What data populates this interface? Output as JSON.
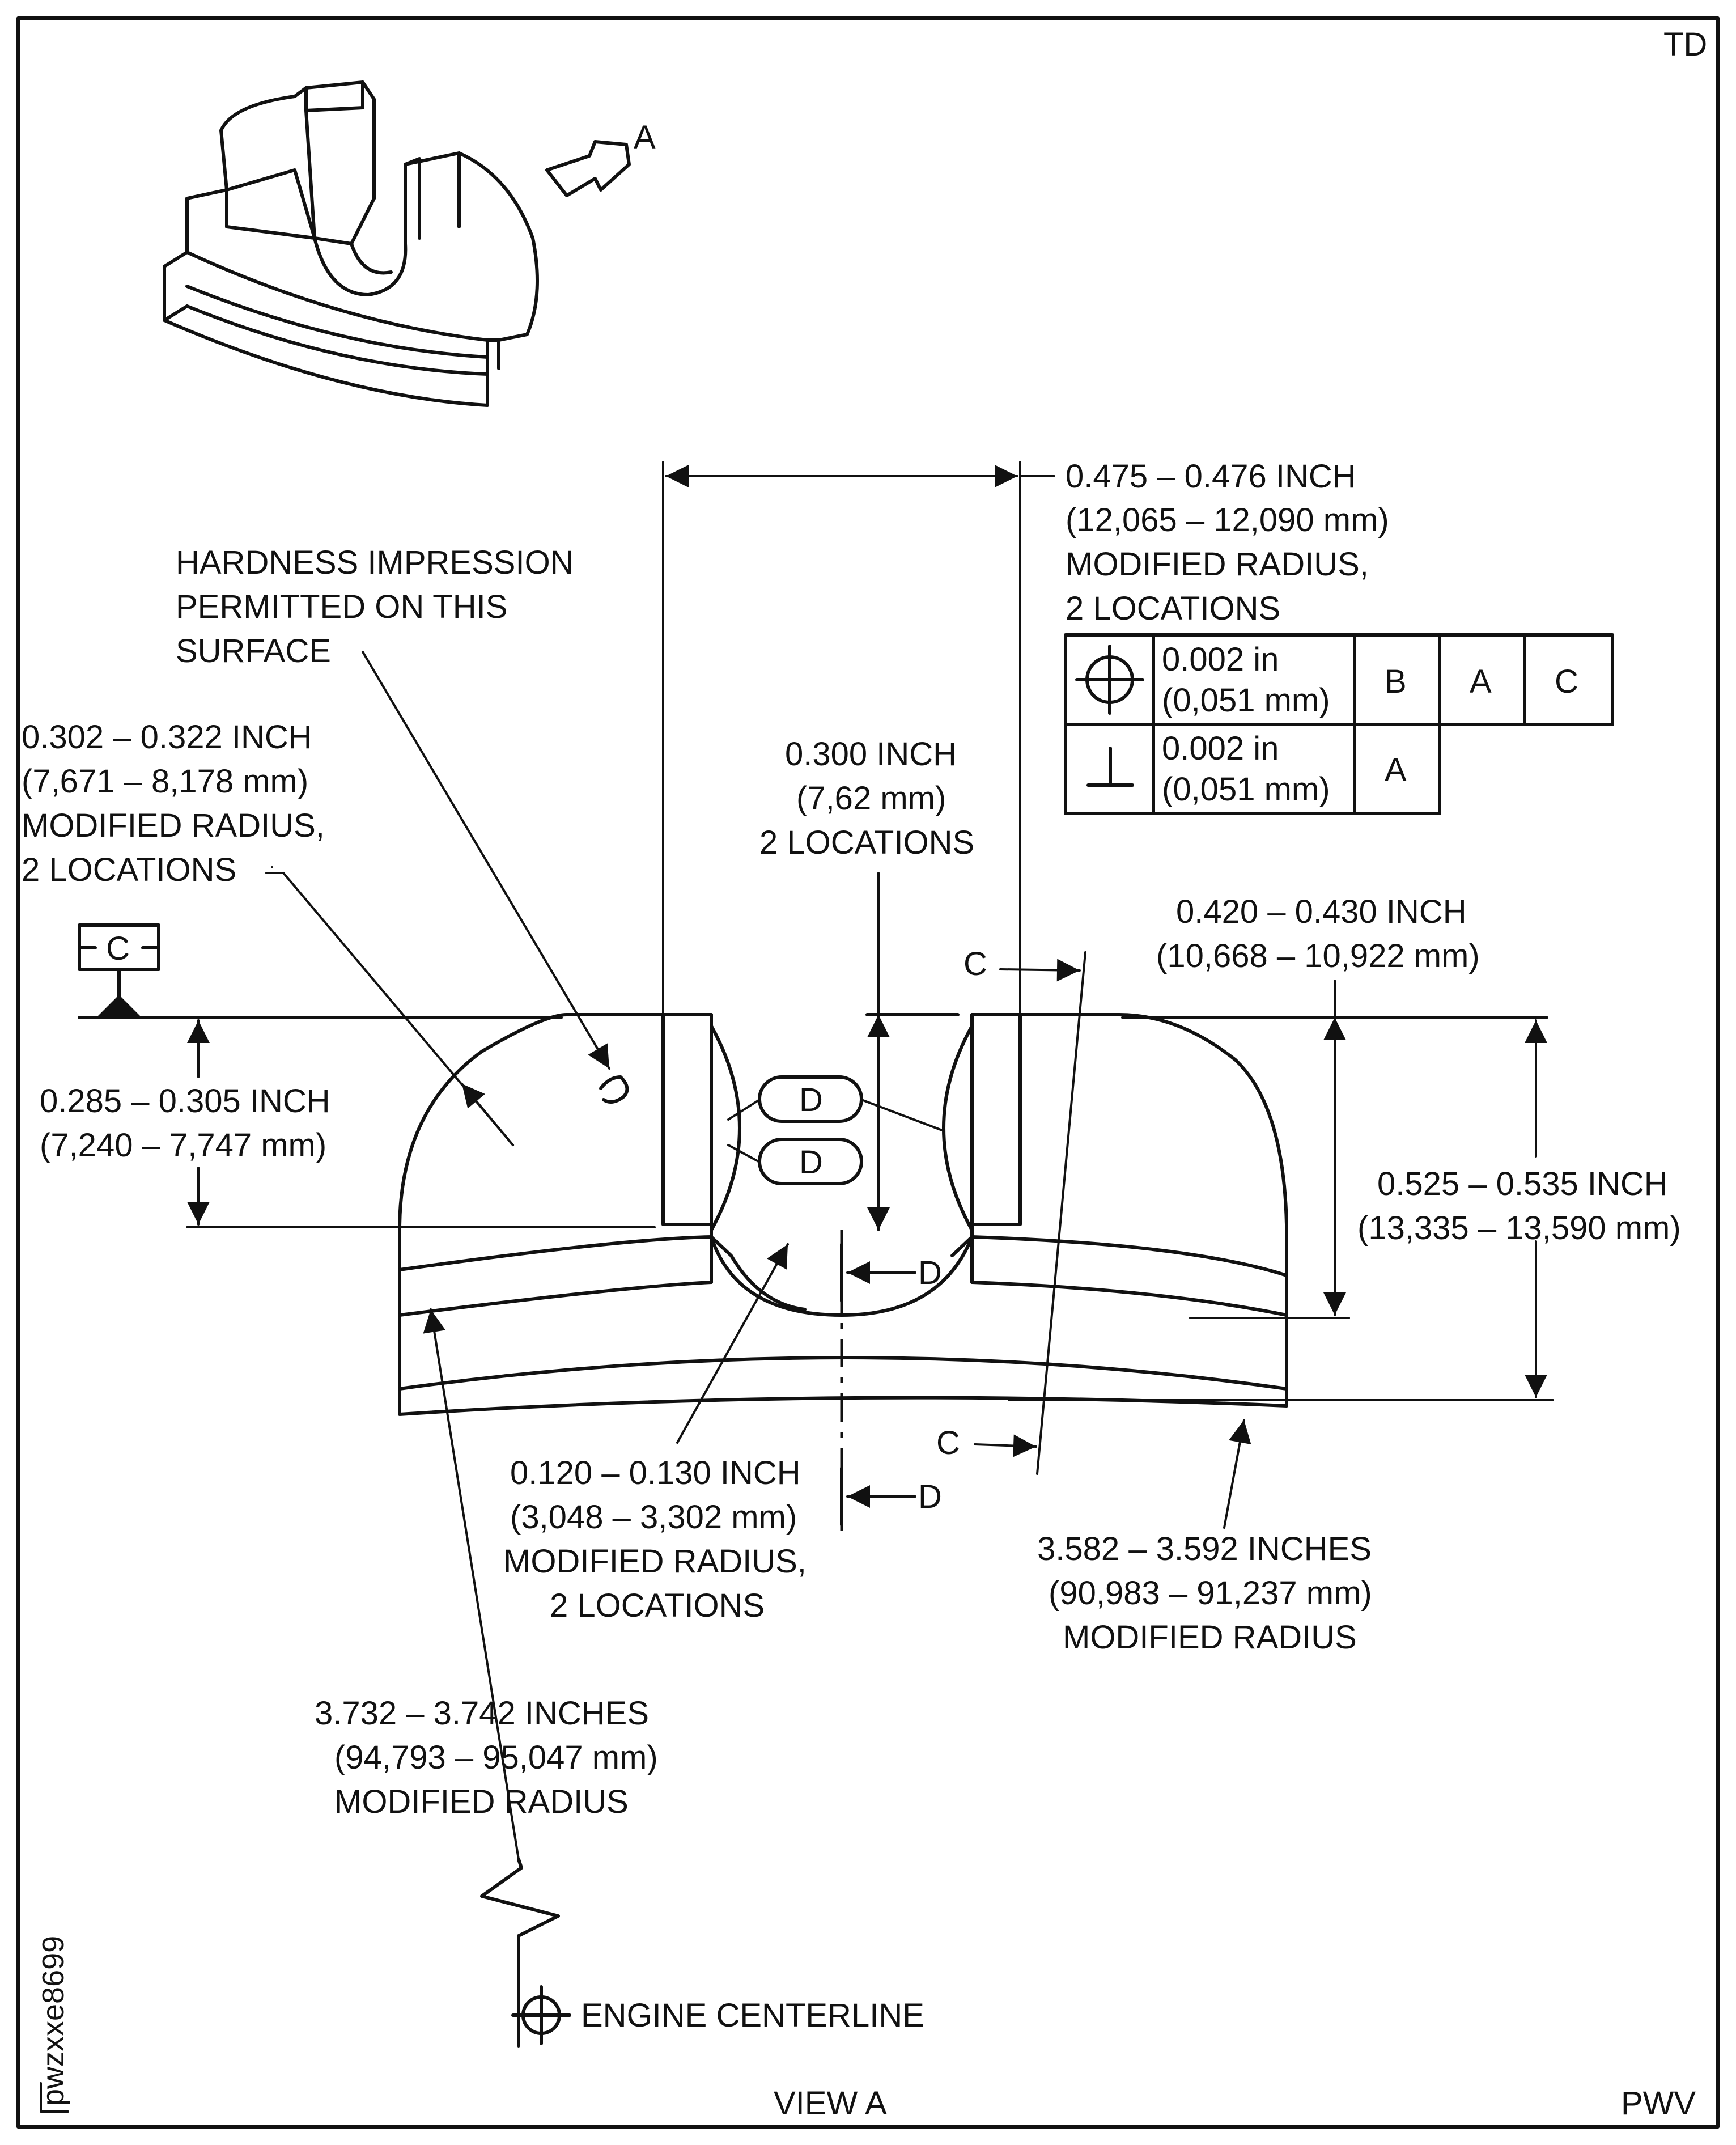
{
  "corner_labels": {
    "top_right": "TD",
    "bottom_right": "PWV",
    "figure_id": "pwzxxe8699"
  },
  "view_title": "VIEW A",
  "iso_view": {
    "view_arrow_label": "A"
  },
  "notes": {
    "hardness": [
      "HARDNESS IMPRESSION",
      "PERMITTED ON THIS",
      "SURFACE"
    ],
    "slot_width": [
      "0.475 – 0.476 INCH",
      "(12,065 – 12,090 mm)",
      "MODIFIED RADIUS,",
      "2 LOCATIONS"
    ],
    "left_radius": [
      "0.302 – 0.322 INCH",
      "(7,671 – 8,178 mm)",
      "MODIFIED RADIUS,",
      "2 LOCATIONS"
    ],
    "center_dim": [
      "0.300 INCH",
      "(7,62 mm)",
      "2 LOCATIONS"
    ],
    "right_height": [
      "0.420 – 0.430 INCH",
      "(10,668 – 10,922 mm)"
    ],
    "left_height": [
      "0.285 – 0.305 INCH",
      "(7,240 – 7,747 mm)"
    ],
    "overall_height": [
      "0.525 – 0.535 INCH",
      "(13,335 – 13,590 mm)"
    ],
    "small_radius": [
      "0.120 – 0.130 INCH",
      "(3,048 – 3,302 mm)",
      "MODIFIED RADIUS,",
      "2 LOCATIONS"
    ],
    "inner_radius": [
      "3.582 – 3.592 INCHES",
      "(90,983 – 91,237 mm)",
      "MODIFIED RADIUS"
    ],
    "outer_radius": [
      "3.732 – 3.742 INCHES",
      "(94,793 – 95,047 mm)",
      "MODIFIED RADIUS"
    ],
    "engine_centerline": "ENGINE CENTERLINE"
  },
  "datum_c": "C",
  "feature_control_frame": {
    "row1": {
      "symbol": "position-icon",
      "tolerance": [
        "0.002 in",
        "(0,051 mm)"
      ],
      "datums": [
        "B",
        "A",
        "C"
      ]
    },
    "row2": {
      "symbol": "perpendicularity-icon",
      "tolerance": [
        "0.002 in",
        "(0,051 mm)"
      ],
      "datums": [
        "A"
      ]
    }
  },
  "section_markers": {
    "c_top": "C",
    "c_bottom": "C",
    "d_top": "D",
    "d_bottom": "D",
    "detail_d1": "D",
    "detail_d2": "D"
  }
}
